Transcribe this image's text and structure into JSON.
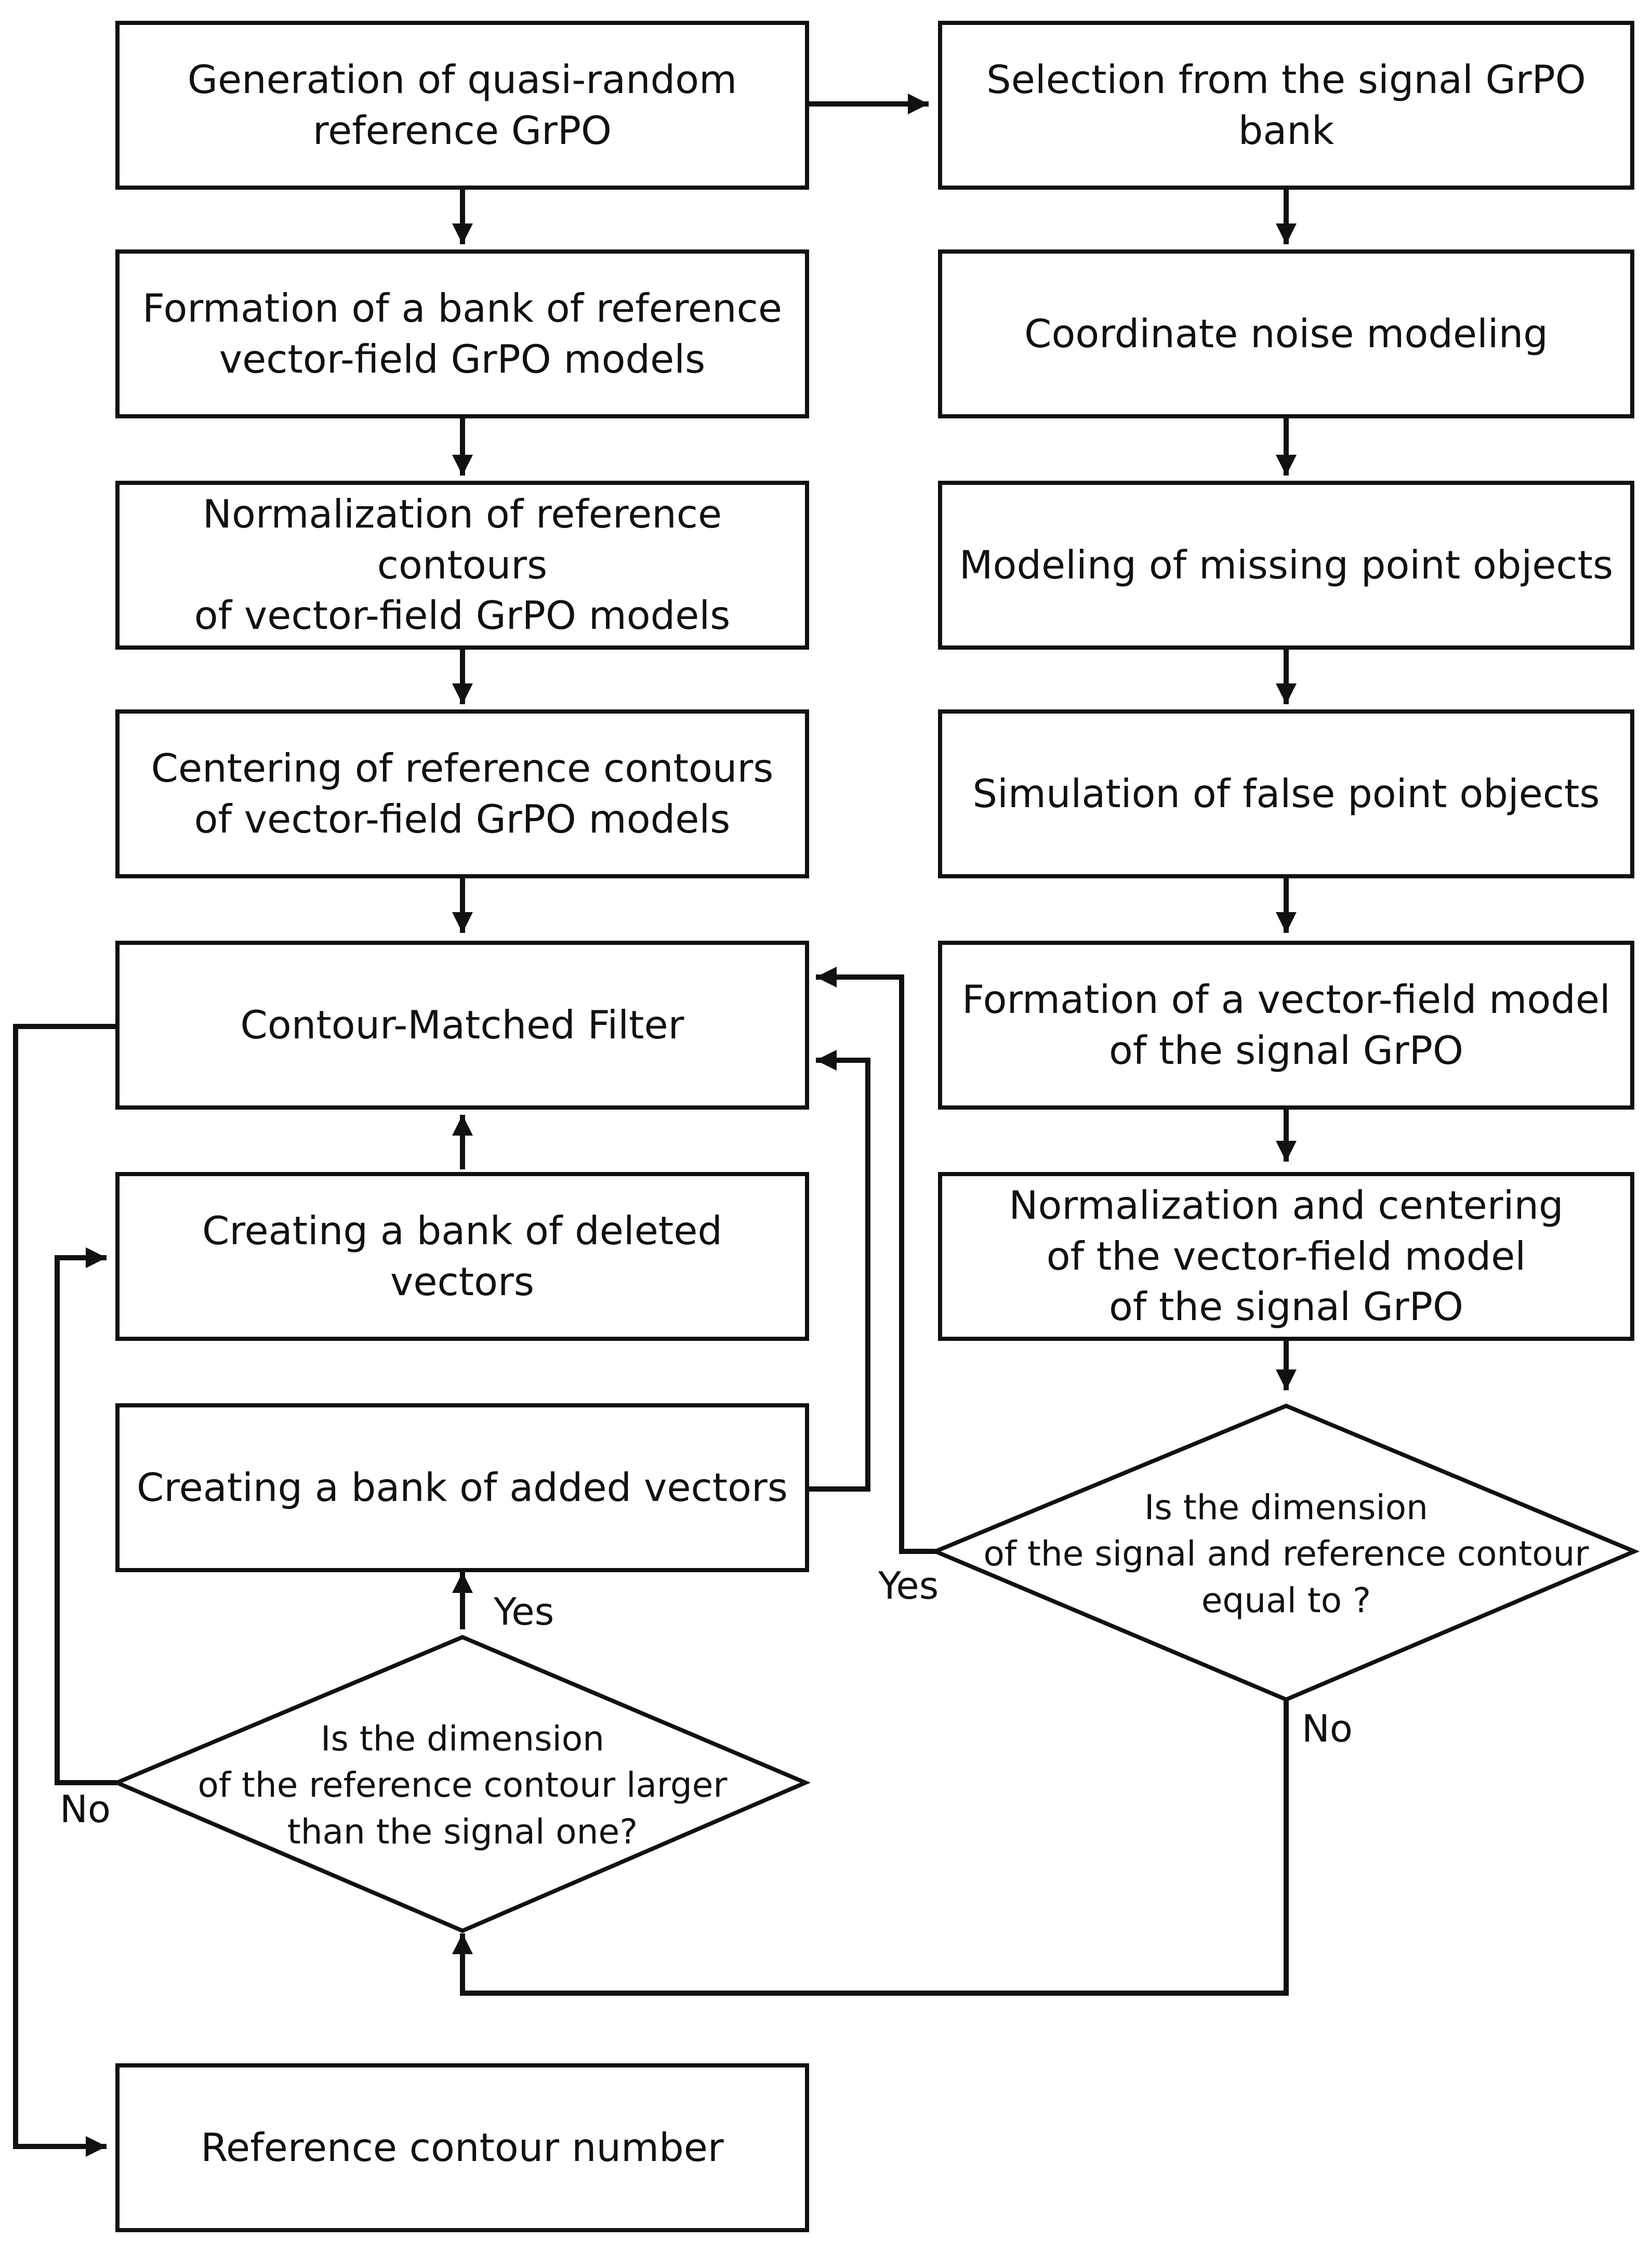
{
  "left_column": {
    "generation": "Generation of quasi-random\nreference GrPO",
    "formation_bank": "Formation of a bank of reference\nvector-field GrPO models",
    "normalization_ref": "Normalization of reference contours\nof vector-field GrPO models",
    "centering_ref": "Centering of reference contours\nof vector-field GrPO models",
    "filter": "Contour-Matched Filter",
    "deleted_vectors": "Creating a bank of deleted vectors",
    "added_vectors": "Creating a bank of added vectors",
    "reference_number": "Reference contour number"
  },
  "right_column": {
    "selection": "Selection from the signal GrPO bank",
    "coordinate_noise": "Coordinate noise modeling",
    "missing_objects": "Modeling of missing point objects",
    "false_objects": "Simulation of false point objects",
    "formation_signal": "Formation of a vector-field model\nof the signal GrPO",
    "normalization_signal": "Normalization and centering\nof the vector-field model\nof the signal GrPO"
  },
  "decisions": {
    "equal": "Is the dimension\nof the signal and reference contour\nequal to ?",
    "larger": "Is the dimension\nof the reference contour larger\nthan the signal one?"
  },
  "labels": {
    "yes_equal": "Yes",
    "no_equal": "No",
    "yes_larger": "Yes",
    "no_larger": "No"
  }
}
